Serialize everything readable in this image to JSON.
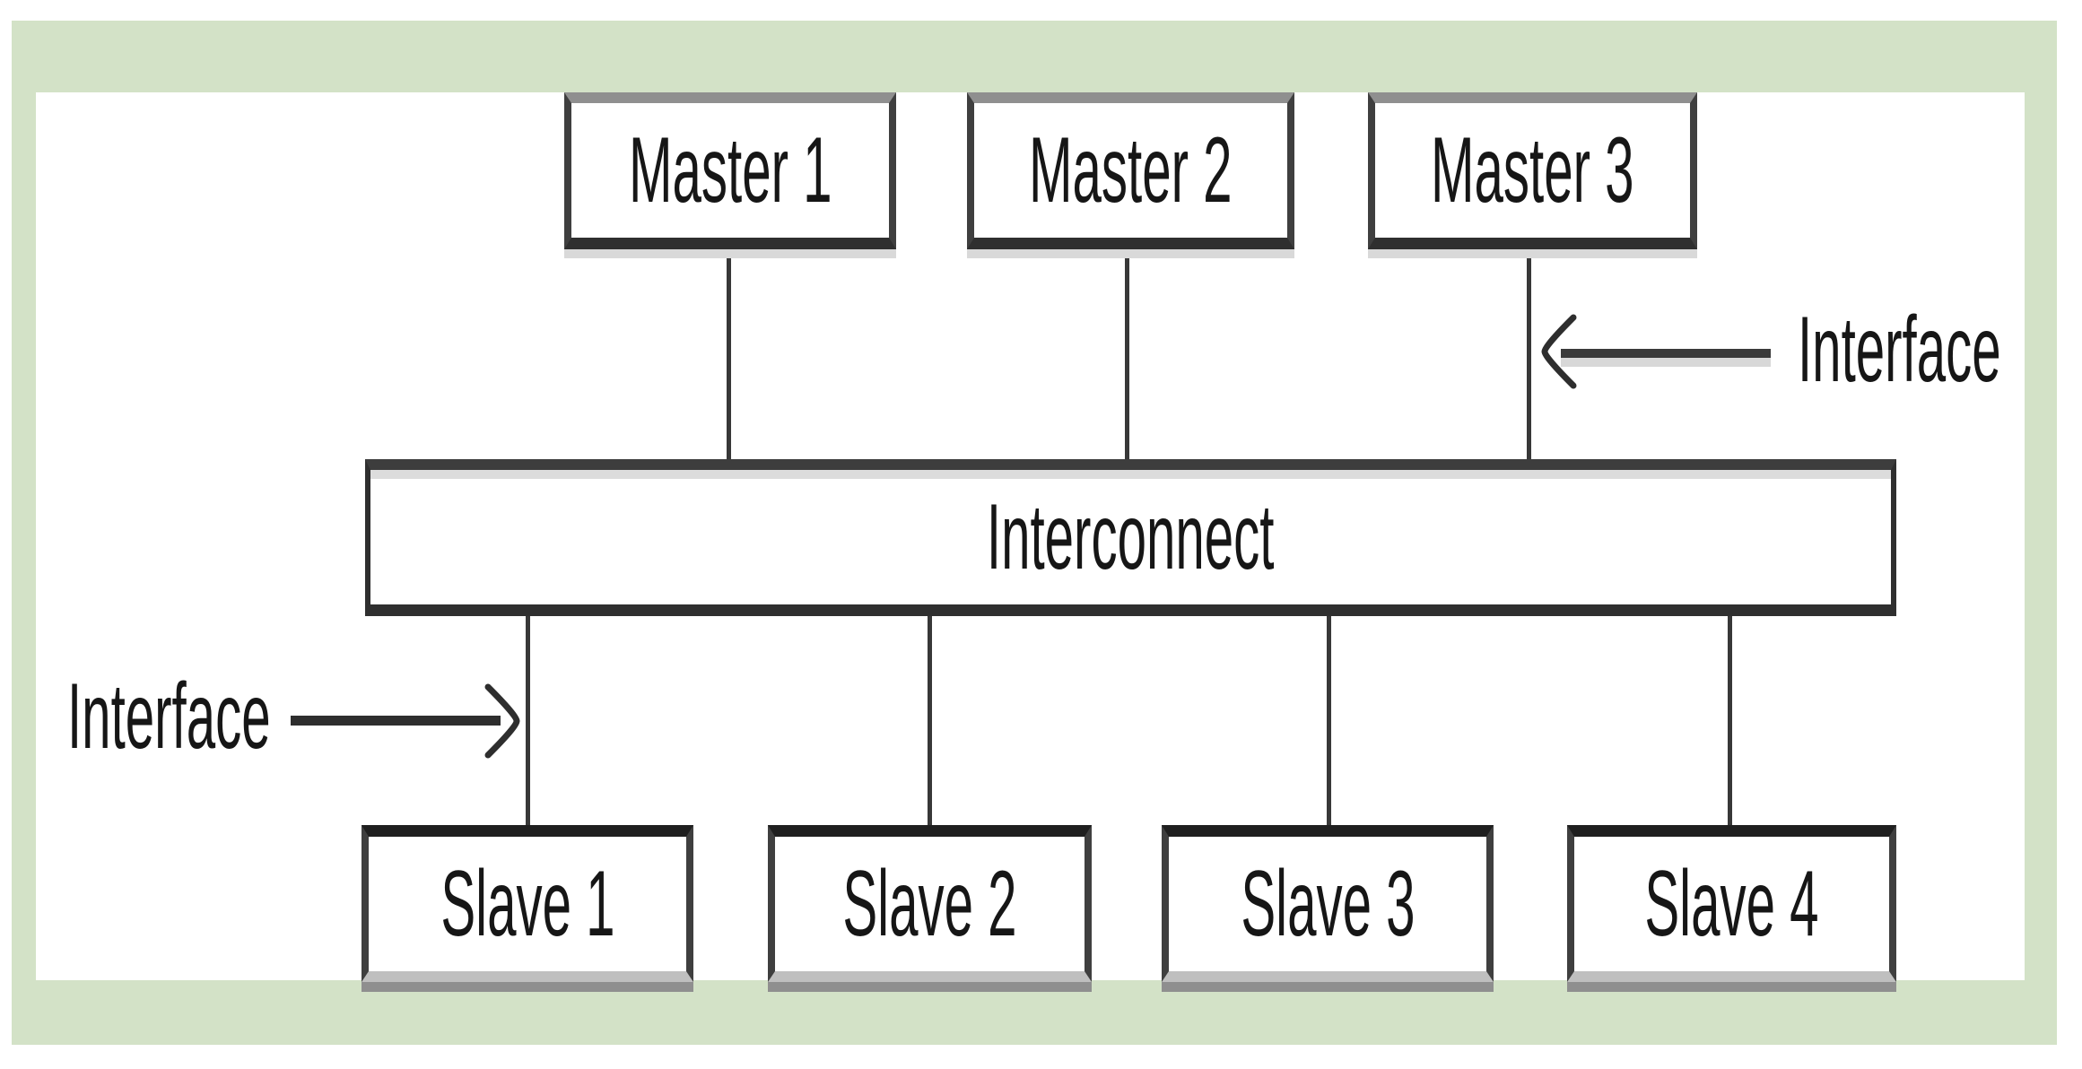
{
  "diagram": {
    "type": "block-diagram",
    "masters": [
      {
        "label": "Master 1"
      },
      {
        "label": "Master 2"
      },
      {
        "label": "Master 3"
      }
    ],
    "interconnect": {
      "label": "Interconnect"
    },
    "slaves": [
      {
        "label": "Slave 1"
      },
      {
        "label": "Slave 2"
      },
      {
        "label": "Slave 3"
      },
      {
        "label": "Slave 4"
      }
    ],
    "annotations": {
      "master_interface": {
        "label": "Interface",
        "side": "right",
        "arrow_direction": "left",
        "points_to": "Master 3 - Interconnect link"
      },
      "slave_interface": {
        "label": "Interface",
        "side": "left",
        "arrow_direction": "right",
        "points_to": "Interconnect - Slave 1 link"
      }
    },
    "connections": [
      "Master 1 - Interconnect",
      "Master 2 - Interconnect",
      "Master 3 - Interconnect",
      "Interconnect - Slave 1",
      "Interconnect - Slave 2",
      "Interconnect - Slave 3",
      "Interconnect - Slave 4"
    ],
    "icons": {
      "left_pointing_arrowhead": "open-chevron-left",
      "right_pointing_arrowhead": "open-chevron-right"
    },
    "colors": {
      "frame_green": "#d3e2c7",
      "canvas_white": "#ffffff",
      "line_dark": "#333333"
    }
  }
}
